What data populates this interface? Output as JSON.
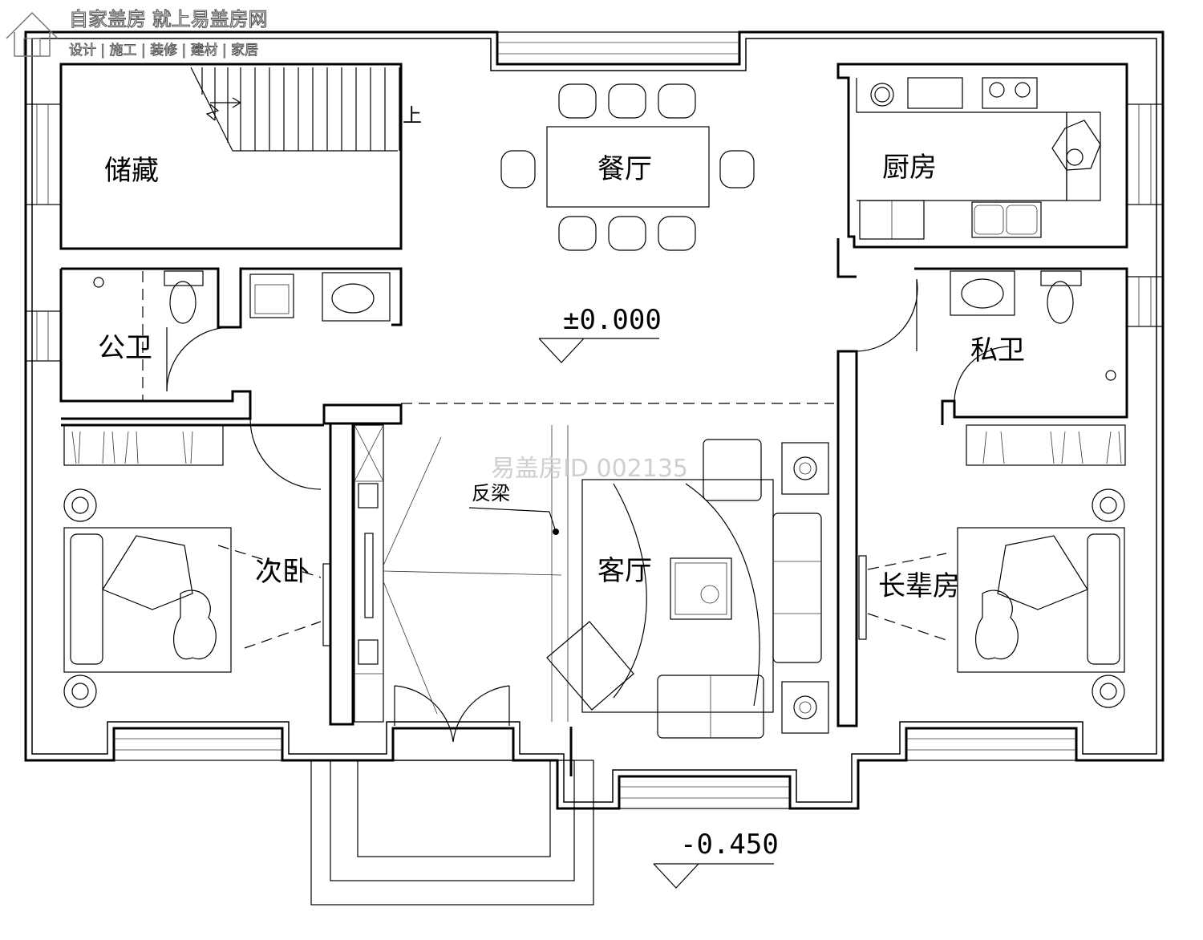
{
  "watermark": {
    "title": "自家盖房 就上易盖房网",
    "subtitle": "设计 | 施工 | 装修 | 建材 | 家居",
    "center": "易盖房ID 002135"
  },
  "rooms": {
    "storage": "储藏",
    "dining": "餐厅",
    "kitchen": "厨房",
    "public_bath": "公卫",
    "private_bath": "私卫",
    "second_bedroom": "次卧",
    "living_room": "客厅",
    "elder_room": "长辈房"
  },
  "annotations": {
    "stair_up": "上",
    "reverse_beam": "反梁",
    "level_main": "±0.000",
    "level_entry": "-0.450"
  }
}
